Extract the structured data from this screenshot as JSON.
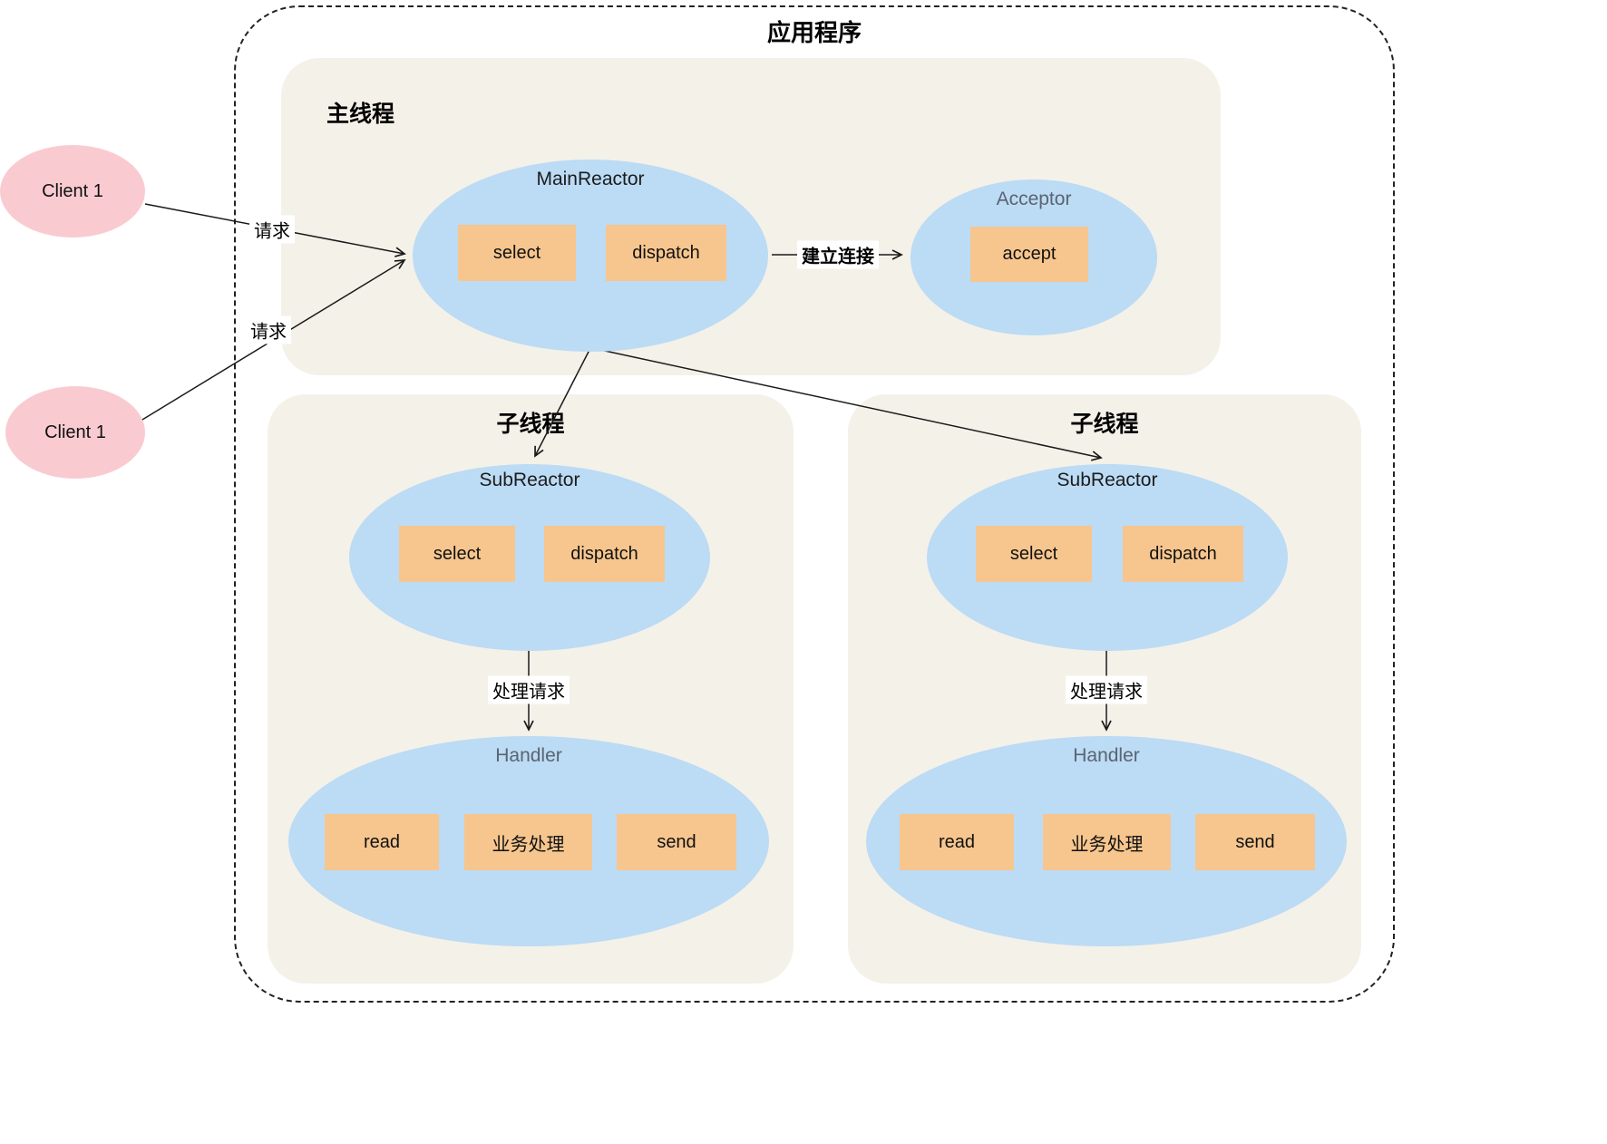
{
  "app": {
    "title": "应用程序"
  },
  "clients": [
    {
      "label": "Client 1"
    },
    {
      "label": "Client 1"
    }
  ],
  "main_thread": {
    "label": "主线程",
    "main_reactor": {
      "title": "MainReactor",
      "select": "select",
      "dispatch": "dispatch"
    },
    "acceptor": {
      "title": "Acceptor",
      "accept": "accept"
    }
  },
  "sub_thread_left": {
    "label": "子线程",
    "sub_reactor": {
      "title": "SubReactor",
      "select": "select",
      "dispatch": "dispatch"
    },
    "handler": {
      "title": "Handler",
      "read": "read",
      "process": "业务处理",
      "send": "send"
    }
  },
  "sub_thread_right": {
    "label": "子线程",
    "sub_reactor": {
      "title": "SubReactor",
      "select": "select",
      "dispatch": "dispatch"
    },
    "handler": {
      "title": "Handler",
      "read": "read",
      "process": "业务处理",
      "send": "send"
    }
  },
  "edges": {
    "request_top": "请求",
    "request_bottom": "请求",
    "establish_connection": "建立连接",
    "handle_request_left": "处理请求",
    "handle_request_right": "处理请求"
  },
  "colors": {
    "client_fill": "#f9cbd1",
    "panel_fill": "#f4f1e8",
    "node_fill": "#bcdbf5",
    "box_fill": "#f7c68e",
    "line": "#1a1a1a"
  }
}
